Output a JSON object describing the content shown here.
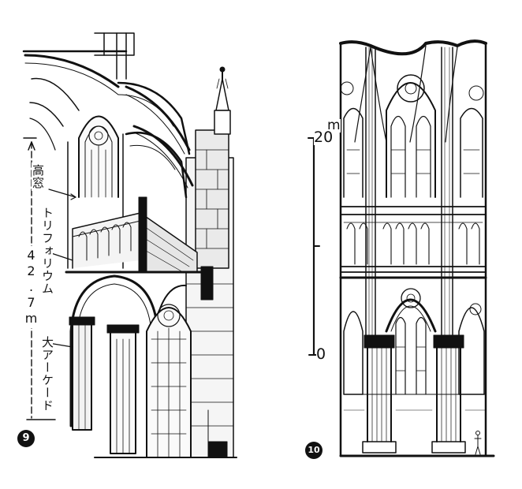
{
  "figure9": {
    "number": "9",
    "height_label": "42.7m",
    "labels": {
      "clerestory": "高窓",
      "triforium": "トリフォリウム",
      "arcade": "大アーケード"
    }
  },
  "figure10": {
    "number": "10",
    "scale": {
      "unit": "m",
      "top": "20",
      "bottom": "0"
    }
  }
}
